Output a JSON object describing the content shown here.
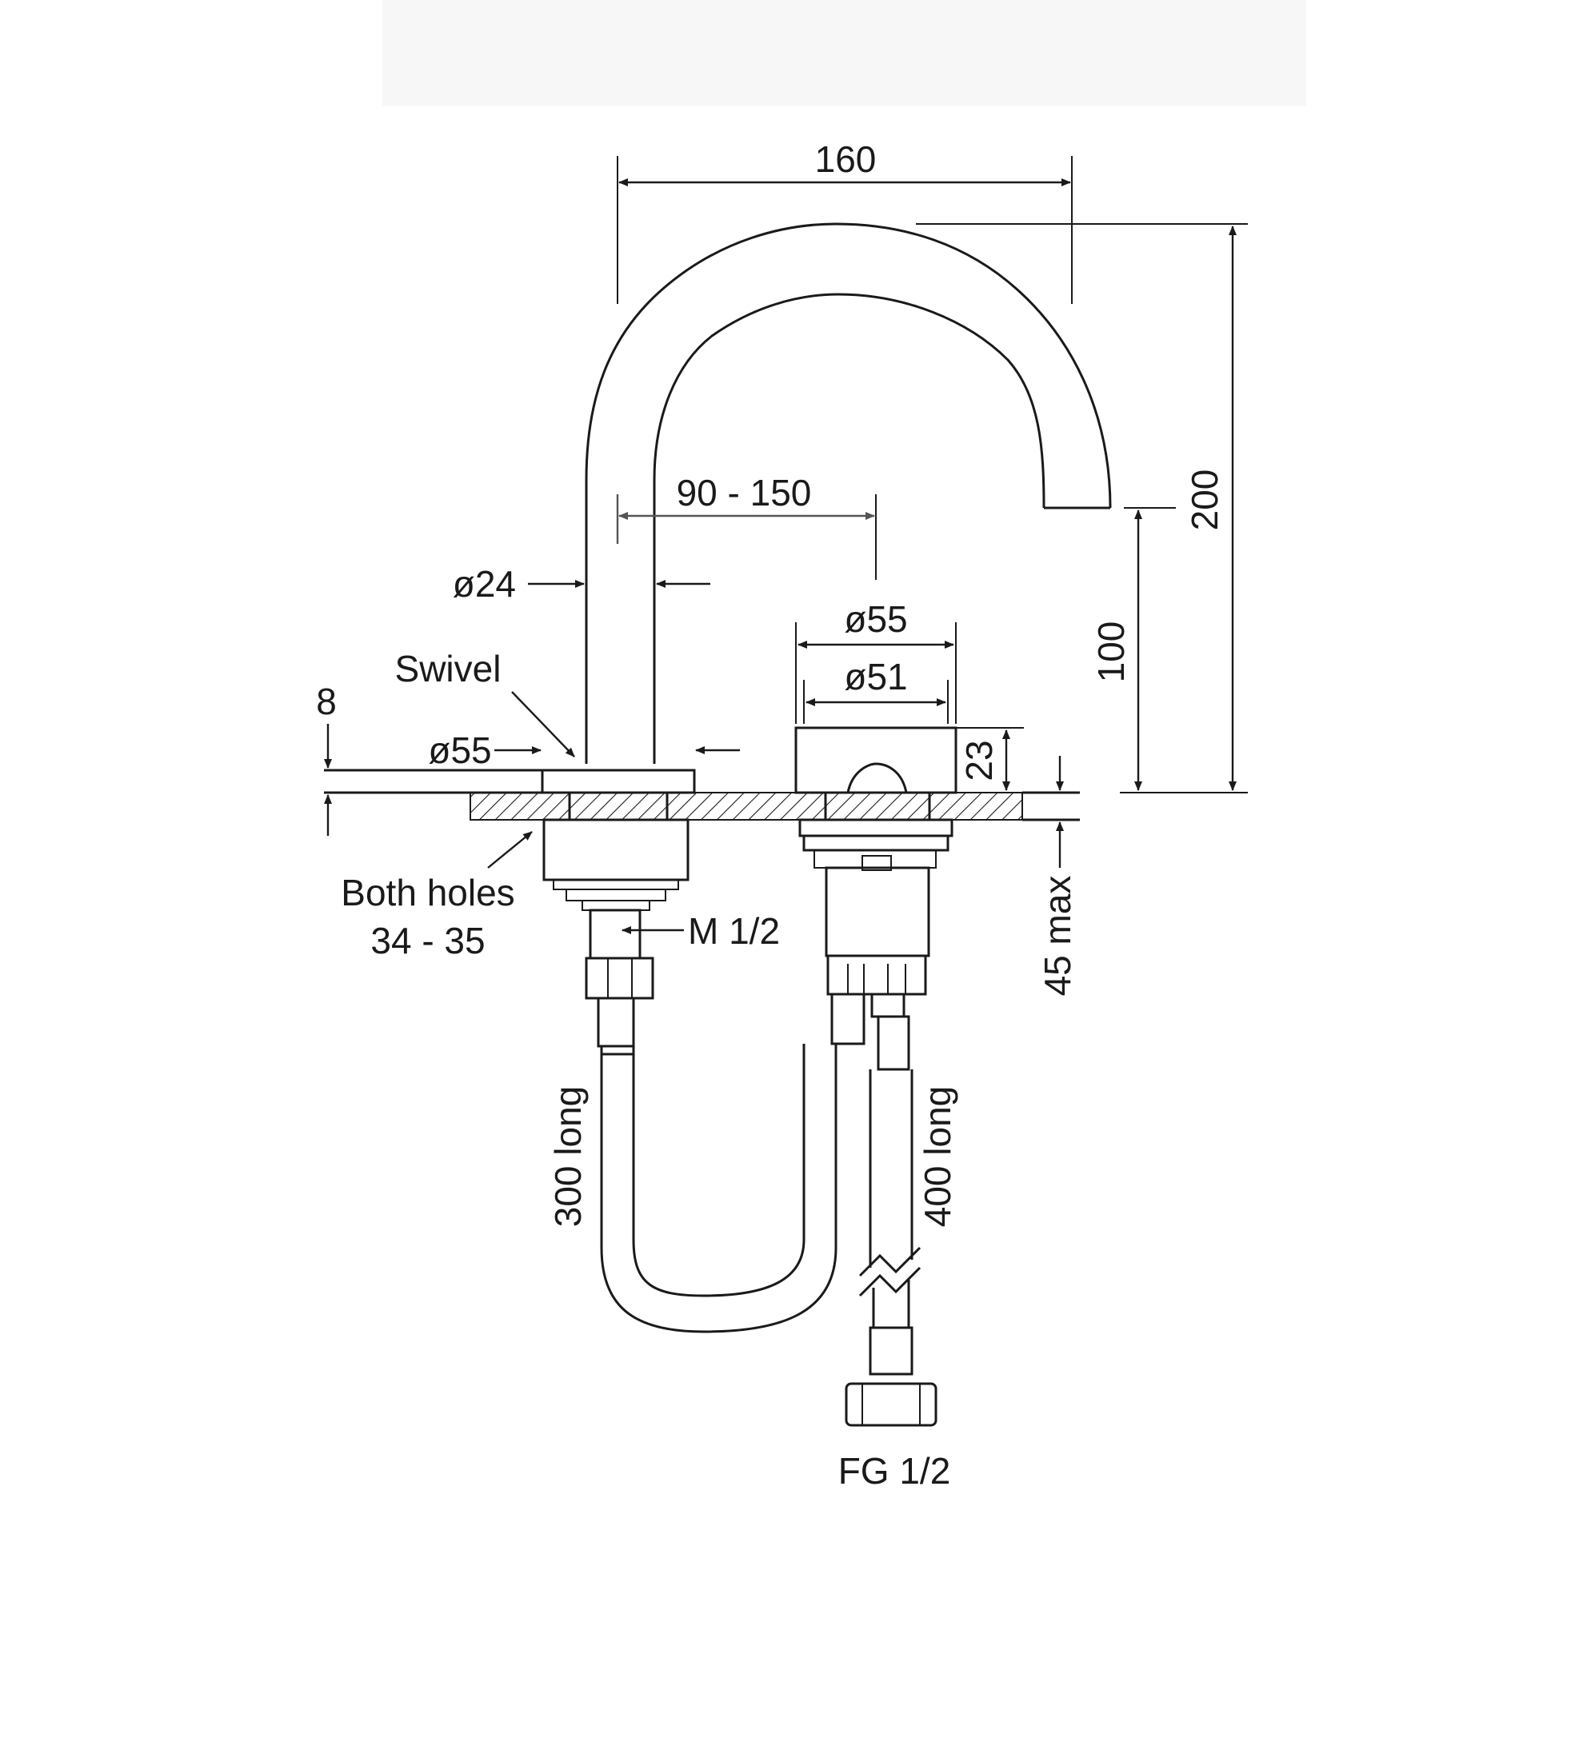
{
  "labels": {
    "width_spout": "160",
    "height_total": "200",
    "spout_outlet_height": "100",
    "spout_reach": "90 - 150",
    "spout_diameter": "ø24",
    "swivel": "Swivel",
    "base_diameter_left": "ø55",
    "deck_thickness_step": "8",
    "handle_outer_diameter": "ø55",
    "handle_inner_diameter": "ø51",
    "handle_height": "23",
    "deck_max": "45 max",
    "holes_line1": "Both holes",
    "holes_line2": "34 - 35",
    "thread": "M 1/2",
    "hose_left": "300 long",
    "hose_right": "400 long",
    "connector": "FG 1/2"
  }
}
